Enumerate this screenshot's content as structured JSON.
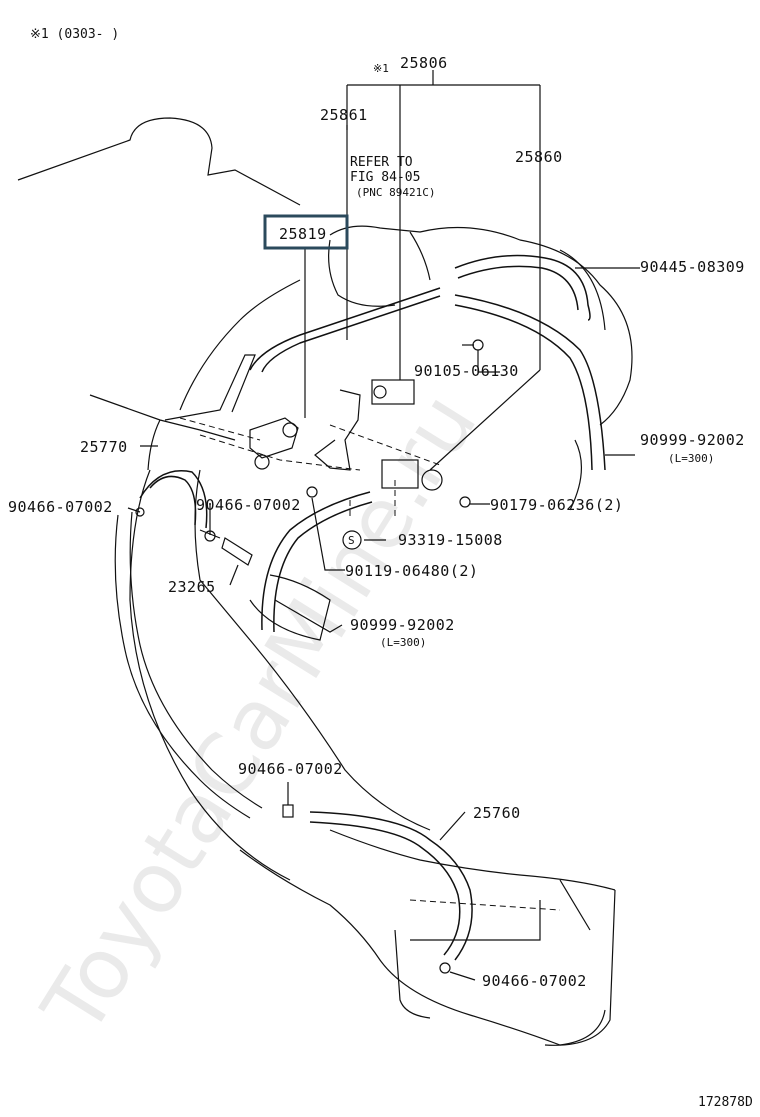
{
  "header_note": "※1 (0303-       )",
  "figure_id": "172878D",
  "watermark": "ToyotaCarMine.ru",
  "highlight_color": "#2b4a5c",
  "callouts": {
    "c25806": "25806",
    "c25806_mark": "※1",
    "c25861": "25861",
    "c25860": "25860",
    "refer_line1": "REFER TO",
    "refer_line2": "FIG 84-05",
    "refer_line3": "(PNC 89421C)",
    "c25819": "25819",
    "c90445": "90445-08309",
    "c90105": "90105-06130",
    "c25770": "25770",
    "c90999_a": "90999-92002",
    "c90999_a_len": "(L=300)",
    "c90466_left": "90466-07002",
    "c90466_mid": "90466-07002",
    "c90179": "90179-06236(2)",
    "s_symbol": "S",
    "c93319": "93319-15008",
    "c23265": "23265",
    "c90119": "90119-06480(2)",
    "c90999_b": "90999-92002",
    "c90999_b_len": "(L=300)",
    "c90466_low": "90466-07002",
    "c25760": "25760",
    "c90466_bottom": "90466-07002"
  }
}
